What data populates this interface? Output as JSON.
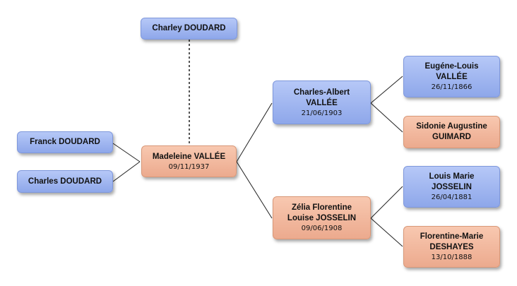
{
  "people": {
    "charley_doudard": {
      "name": "Charley DOUDARD"
    },
    "franck_doudard": {
      "name": "Franck DOUDARD"
    },
    "charles_doudard": {
      "name": "Charles DOUDARD"
    },
    "madeleine_vallee": {
      "name": "Madeleine VALLÉE",
      "date": "09/11/1937"
    },
    "charles_albert_vallee": {
      "name_line1": "Charles-Albert",
      "name_line2": "VALLÉE",
      "date": "21/06/1903"
    },
    "zelia_josselin": {
      "name_line1": "Zélia Florentine",
      "name_line2": "Louise JOSSELIN",
      "date": "09/06/1908"
    },
    "eugene_louis_vallee": {
      "name_line1": "Eugéne-Louis",
      "name_line2": "VALLÉE",
      "date": "26/11/1866"
    },
    "sidonie_guimard": {
      "name_line1": "Sidonie Augustine",
      "name_line2": "GUIMARD"
    },
    "louis_marie_josselin": {
      "name_line1": "Louis Marie",
      "name_line2": "JOSSELIN",
      "date": "26/04/1881"
    },
    "florentine_marie_deshayes": {
      "name_line1": "Florentine-Marie",
      "name_line2": "DESHAYES",
      "date": "13/10/1888"
    }
  },
  "colors": {
    "male": "#9fb5ef",
    "female": "#f2b89c",
    "connector": "#222222"
  }
}
